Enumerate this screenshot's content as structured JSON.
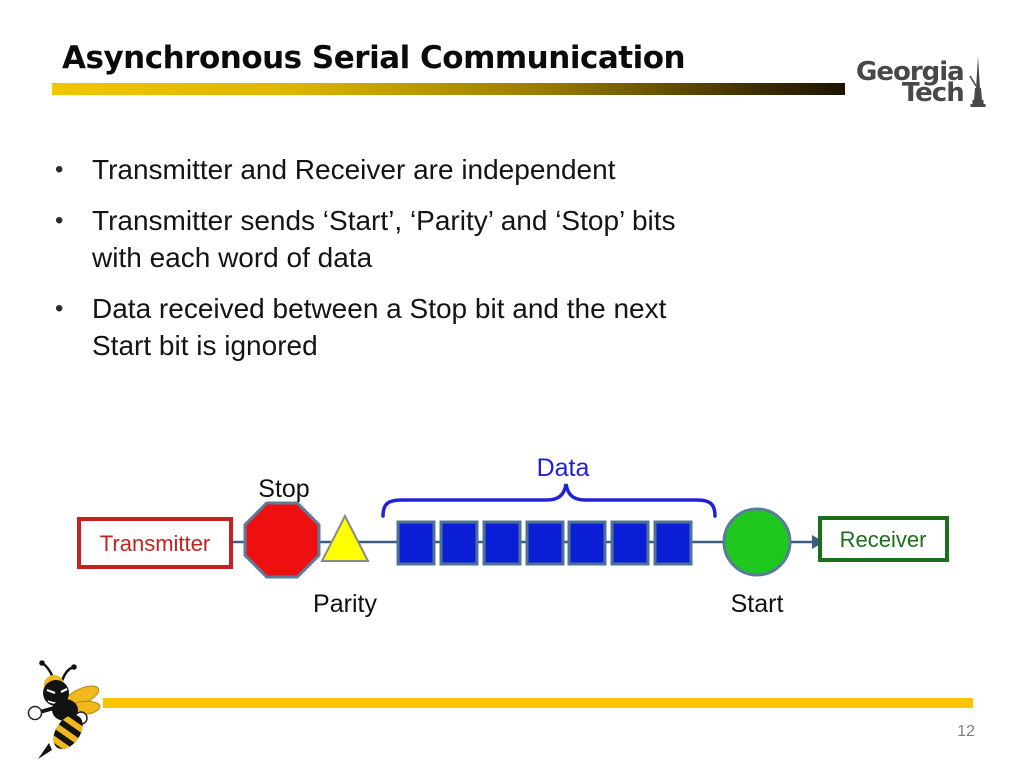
{
  "slide": {
    "title": "Asynchronous Serial Communication",
    "page_number": "12",
    "bullet_char": "•"
  },
  "logo": {
    "line1": "Georgia",
    "line2": "Tech",
    "icon": "tech-tower-icon"
  },
  "bullets": [
    {
      "lines": [
        "Transmitter and Receiver are independent"
      ]
    },
    {
      "lines": [
        "Transmitter sends ‘Start’, ‘Parity’ and ‘Stop’ bits",
        "with each word of data"
      ]
    },
    {
      "lines": [
        "Data received between a Stop bit and the next",
        "Start bit is ignored"
      ]
    }
  ],
  "diagram": {
    "transmitter_label": "Transmitter",
    "stop_label": "Stop",
    "parity_label": "Parity",
    "data_label": "Data",
    "start_label": "Start",
    "receiver_label": "Receiver",
    "data_bit_count": 7,
    "colors": {
      "stop_octagon_fill": "#EE1010",
      "parity_triangle_fill": "#FFFF00",
      "data_bit_fill": "#0B1FD6",
      "start_circle_fill": "#1FC81F",
      "shape_outline": "#5B7B9D",
      "connector_line": "#3E5C80",
      "brace_and_data_text": "#2121D8",
      "transmitter_red": "#C32222",
      "receiver_green": "#1B6E1B"
    }
  },
  "theme": {
    "title_rule_gradient": [
      "#F2C500",
      "#9A7B00",
      "#1C1400"
    ],
    "bottom_bar": "#FDC500",
    "page_number_color": "#7F7F7F",
    "logo_color": "#47484A",
    "mascot": "buzz-yellow-jacket"
  }
}
